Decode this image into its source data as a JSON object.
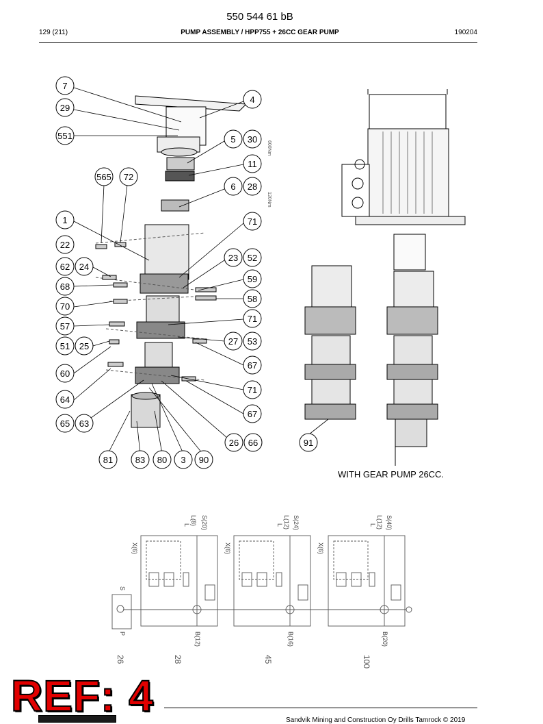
{
  "header": {
    "doc_number": "550 544 61 bB",
    "page": "129 (211)",
    "title": "PUMP ASSEMBLY / HPP755 + 26CC GEAR PUMP",
    "date": "190204"
  },
  "balloons": [
    {
      "id": "b7",
      "text": "7"
    },
    {
      "id": "b29",
      "text": "29"
    },
    {
      "id": "b551",
      "text": "551"
    },
    {
      "id": "b4",
      "text": "4"
    },
    {
      "id": "b5",
      "text": "5"
    },
    {
      "id": "b30",
      "text": "30"
    },
    {
      "id": "b11",
      "text": "11"
    },
    {
      "id": "b565",
      "text": "565"
    },
    {
      "id": "b72",
      "text": "72"
    },
    {
      "id": "b6",
      "text": "6"
    },
    {
      "id": "b28",
      "text": "28"
    },
    {
      "id": "b1",
      "text": "1"
    },
    {
      "id": "b71a",
      "text": "71"
    },
    {
      "id": "b22",
      "text": "22"
    },
    {
      "id": "b23",
      "text": "23"
    },
    {
      "id": "b52",
      "text": "52"
    },
    {
      "id": "b62",
      "text": "62"
    },
    {
      "id": "b24",
      "text": "24"
    },
    {
      "id": "b59",
      "text": "59"
    },
    {
      "id": "b68",
      "text": "68"
    },
    {
      "id": "b58",
      "text": "58"
    },
    {
      "id": "b70",
      "text": "70"
    },
    {
      "id": "b71b",
      "text": "71"
    },
    {
      "id": "b57",
      "text": "57"
    },
    {
      "id": "b27",
      "text": "27"
    },
    {
      "id": "b53",
      "text": "53"
    },
    {
      "id": "b51",
      "text": "51"
    },
    {
      "id": "b25",
      "text": "25"
    },
    {
      "id": "b67a",
      "text": "67"
    },
    {
      "id": "b60",
      "text": "60"
    },
    {
      "id": "b71c",
      "text": "71"
    },
    {
      "id": "b64",
      "text": "64"
    },
    {
      "id": "b67b",
      "text": "67"
    },
    {
      "id": "b65",
      "text": "65"
    },
    {
      "id": "b63",
      "text": "63"
    },
    {
      "id": "b26",
      "text": "26"
    },
    {
      "id": "b66",
      "text": "66"
    },
    {
      "id": "b91",
      "text": "91"
    },
    {
      "id": "b81",
      "text": "81"
    },
    {
      "id": "b83",
      "text": "83"
    },
    {
      "id": "b80",
      "text": "80"
    },
    {
      "id": "b3",
      "text": "3"
    },
    {
      "id": "b90",
      "text": "90"
    }
  ],
  "drawing_notes": {
    "side_note_1": "600Nm",
    "side_note_2": "120Nm"
  },
  "caption": "WITH GEAR PUMP 26CC.",
  "schematic": {
    "labels": [
      "S(20)",
      "L(8)",
      "L",
      "X(6)",
      "S(24)",
      "L(12)",
      "L",
      "X(6)",
      "S(40)",
      "L(12)",
      "L",
      "X(6)",
      "S",
      "P",
      "B(12)",
      "B(16)",
      "B(20)"
    ],
    "displacements": [
      "26",
      "28",
      "45",
      "100"
    ]
  },
  "ref_stamp": "REF: 4",
  "footer": {
    "copyright": "Sandvik Mining and Construction Oy Drills Tamrock © 2019"
  }
}
